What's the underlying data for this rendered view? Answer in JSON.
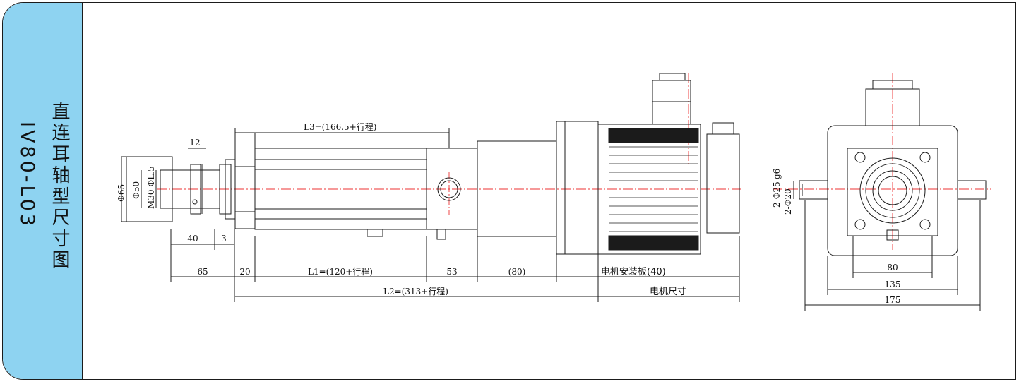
{
  "sidebar": {
    "title": "直连耳轴型尺寸图",
    "model": "IV80-L03"
  },
  "dimensions": {
    "d12": "12",
    "d40": "40",
    "d3": "3",
    "d65": "65",
    "d20": "20",
    "L1": "L1=(120+行程)",
    "d53": "53",
    "d80p": "(80)",
    "motor_plate": "电机安装板(40)",
    "L2": "L2=(313+行程)",
    "motor_size": "电机尺寸",
    "L3": "L3=(166.5+行程)",
    "phi65": "Φ65",
    "phi50": "Φ50",
    "m30": "M30 ΦL.5",
    "phi25": "2-Φ25",
    "phi20": "2-Φ20",
    "g6": "g6",
    "r80": "80",
    "r135": "135",
    "r175": "175"
  }
}
